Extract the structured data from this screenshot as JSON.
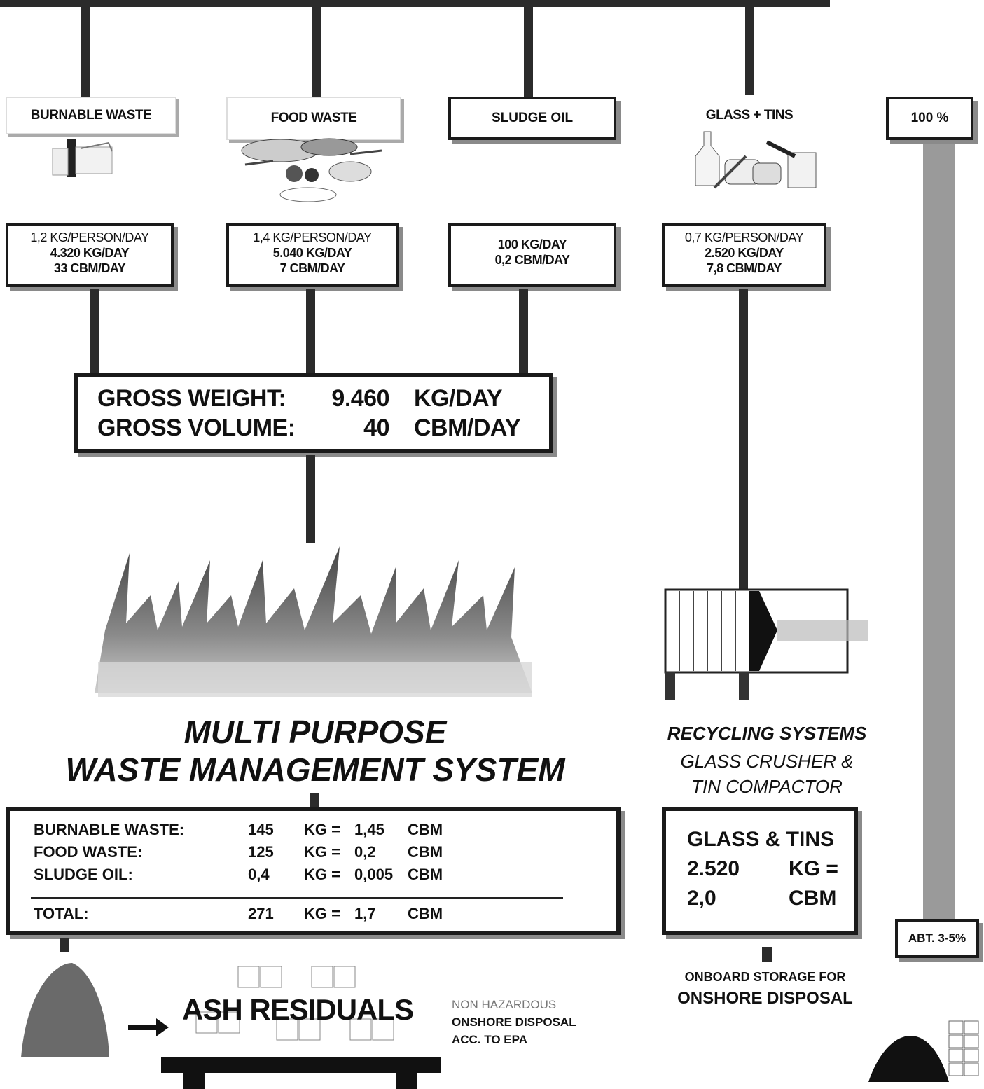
{
  "categories": [
    {
      "label": "BURNABLE WASTE",
      "lines": [
        "1,2 KG/PERSON/DAY",
        "4.320 KG/DAY",
        "33 CBM/DAY"
      ]
    },
    {
      "label": "FOOD WASTE",
      "lines": [
        "1,4 KG/PERSON/DAY",
        "5.040 KG/DAY",
        "7 CBM/DAY"
      ]
    },
    {
      "label": "SLUDGE OIL",
      "lines": [
        "100 KG/DAY",
        "0,2 CBM/DAY"
      ]
    },
    {
      "label": "GLASS + TINS",
      "lines": [
        "0,7 KG/PERSON/DAY",
        "2.520 KG/DAY",
        "7,8 CBM/DAY"
      ]
    }
  ],
  "percent_top": "100 %",
  "percent_bottom": "ABT. 3-5%",
  "gross": {
    "weight_label": "GROSS WEIGHT:",
    "weight_value": "9.460",
    "weight_unit": "KG/DAY",
    "volume_label": "GROSS VOLUME:",
    "volume_value": "40",
    "volume_unit": "CBM/DAY"
  },
  "system_title": [
    "MULTI PURPOSE",
    "WASTE MANAGEMENT SYSTEM"
  ],
  "residuals": {
    "rows": [
      {
        "label": "BURNABLE WASTE:",
        "kg": "145",
        "eq": "KG =",
        "cbm": "1,45",
        "unit": "CBM"
      },
      {
        "label": "FOOD WASTE:",
        "kg": "125",
        "eq": "KG =",
        "cbm": "0,2",
        "unit": "CBM"
      },
      {
        "label": "SLUDGE OIL:",
        "kg": "0,4",
        "eq": "KG =",
        "cbm": "0,005",
        "unit": "CBM"
      }
    ],
    "total": {
      "label": "TOTAL:",
      "kg": "271",
      "eq": "KG =",
      "cbm": "1,7",
      "unit": "CBM"
    }
  },
  "recycling": {
    "title": "RECYCLING SYSTEMS",
    "subtitle": [
      "GLASS CRUSHER &",
      "TIN COMPACTOR"
    ],
    "box_title": "GLASS & TINS",
    "box_row1": [
      "2.520",
      "KG ="
    ],
    "box_row2": [
      "2,0",
      "CBM"
    ],
    "storage": [
      "ONBOARD STORAGE FOR",
      "ONSHORE DISPOSAL"
    ]
  },
  "ash": {
    "label": "ASH RESIDUALS",
    "note": [
      "NON HAZARDOUS",
      "ONSHORE DISPOSAL",
      "ACC. TO EPA"
    ]
  },
  "colors": {
    "line": "#2b2b2b",
    "gray_bar": "#9a9a9a",
    "shadow": "#8a8a8a"
  }
}
